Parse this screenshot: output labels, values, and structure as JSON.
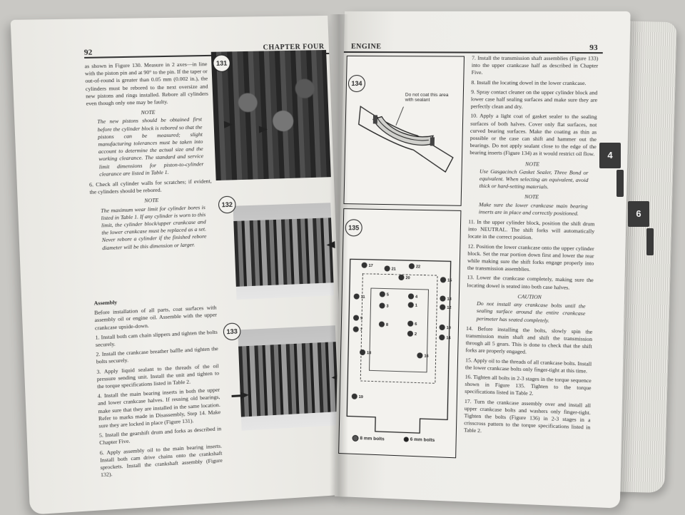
{
  "left_page": {
    "page_number": "92",
    "running_head": "CHAPTER FOUR",
    "text": {
      "p1": "as shown in Figure 130. Measure in 2 axes—in line with the piston pin and at 90° to the pin. If the taper or out-of-round is greater than 0.05 mm (0.002 in.), the cylinders must be rebored to the next oversize and new pistons and rings installed. Rebore all cylinders even though only one may be faulty.",
      "note1_head": "NOTE",
      "note1": "The new pistons should be obtained first before the cylinder block is rebored so that the pistons can be measured; slight manufacturing tolerances must be taken into account to determine the actual size and the working clearance. The standard and service limit dimensions for piston-to-cylinder clearance are listed in Table 1.",
      "p2": "6. Check all cylinder walls for scratches; if evident, the cylinders should be rebored.",
      "note2_head": "NOTE",
      "note2": "The maximum wear limit for cylinder bores is listed in Table 1. If any cylinder is worn to this limit, the cylinder block/upper crankcase and the lower crankcase must be replaced as a set. Never rebore a cylinder if the finished rebore diameter will be this dimension or larger.",
      "section": "Assembly",
      "p3": "Before installation of all parts, coat surfaces with assembly oil or engine oil. Assemble with the upper crankcase upside-down.",
      "p4": "1. Install both cam chain slippers and tighten the bolts securely.",
      "p5": "2. Install the crankcase breather baffle and tighten the bolts securely.",
      "p6": "3. Apply liquid sealant to the threads of the oil pressure sending unit. Install the unit and tighten to the torque specifications listed in Table 2.",
      "p7": "4. Install the main bearing inserts in both the upper and lower crankcase halves. If reusing old bearings, make sure that they are installed in the same location. Refer to marks made in Disassembly, Step 14. Make sure they are locked in place (Figure 131).",
      "p8": "5. Install the gearshift drum and forks as described in Chapter Five.",
      "p9": "6. Apply assembly oil to the main bearing inserts. Install both cam drive chains onto the crankshaft sprockets. Install the crankshaft assembly (Figure 132)."
    },
    "figures": [
      "131",
      "132",
      "133"
    ]
  },
  "right_page": {
    "page_number": "93",
    "running_head": "ENGINE",
    "fig134": {
      "number": "134",
      "label": "Do not coat this area with sealant"
    },
    "fig135": {
      "number": "135",
      "legend_8mm": "8 mm bolts",
      "legend_6mm": "6 mm bolts"
    },
    "text": {
      "p1": "7. Install the transmission shaft assemblies (Figure 133) into the upper crankcase half as described in Chapter Five.",
      "p2": "8. Install the locating dowel in the lower crankcase.",
      "p3": "9. Spray contact cleaner on the upper cylinder block and lower case half sealing surfaces and make sure they are perfectly clean and dry.",
      "p4": "10. Apply a light coat of gasket sealer to the sealing surfaces of both halves. Cover only flat surfaces, not curved bearing surfaces. Make the coating as thin as possible or the case can shift and hammer out the bearings. Do not apply sealant close to the edge of the bearing inserts (Figure 134) as it would restrict oil flow.",
      "note1_head": "NOTE",
      "note1": "Use Gasgacinch Gasket Sealer, Three Bond or equivalent. When selecting an equivalent, avoid thick or hard-setting materials.",
      "note2_head": "NOTE",
      "note2": "Make sure the lower crankcase main bearing inserts are in place and correctly positioned.",
      "p5": "11. In the upper cylinder block, position the shift drum into NEUTRAL. The shift forks will automatically locate in the correct position.",
      "p6": "12. Position the lower crankcase onto the upper cylinder block. Set the rear portion down first and lower the rear while making sure the shift forks engage properly into the transmission assemblies.",
      "p7": "13. Lower the crankcase completely, making sure the locating dowel is seated into both case halves.",
      "caution_head": "CAUTION",
      "caution": "Do not install any crankcase bolts until the sealing surface around the entire crankcase perimeter has seated completely.",
      "p8": "14. Before installing the bolts, slowly spin the transmission main shaft and shift the transmission through all 5 gears. This is done to check that the shift forks are properly engaged.",
      "p9": "15. Apply oil to the threads of all crankcase bolts. Install the lower crankcase bolts only finger-tight at this time.",
      "p10": "16. Tighten all bolts in 2-3 stages in the torque sequence shown in Figure 135. Tighten to the torque specifications listed in Table 2.",
      "p11": "17. Turn the crankcase assembly over and install all upper crankcase bolts and washers only finger-tight. Tighten the bolts (Figure 136) in 2-3 stages in a crisscross pattern to the torque specifications listed in Table 2."
    },
    "tabs": [
      "4",
      "6"
    ]
  },
  "colors": {
    "paper": "#efeee9",
    "ink": "#2b2b2b",
    "tab": "#3a3a3a",
    "background": "#c9c8c4"
  }
}
